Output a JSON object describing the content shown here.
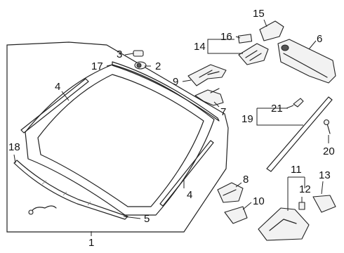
{
  "callouts": {
    "c1": "1",
    "c2": "2",
    "c3": "3",
    "c4a": "4",
    "c4b": "4",
    "c5": "5",
    "c6": "6",
    "c7": "7",
    "c8": "8",
    "c9": "9",
    "c10": "10",
    "c11": "11",
    "c12": "12",
    "c13": "13",
    "c14": "14",
    "c15": "15",
    "c16": "16",
    "c17": "17",
    "c18": "18",
    "c19": "19",
    "c20": "20",
    "c21": "21"
  }
}
